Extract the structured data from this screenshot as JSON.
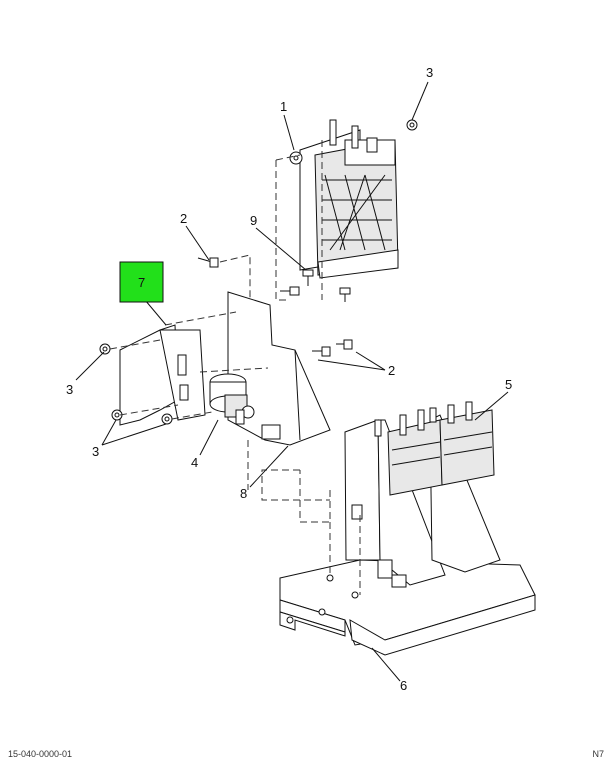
{
  "callouts": {
    "c1": "1",
    "c2a": "2",
    "c2b": "2",
    "c3a": "3",
    "c3b": "3",
    "c3c": "3",
    "c4": "4",
    "c5": "5",
    "c6": "6",
    "c7": "7",
    "c8": "8",
    "c9": "9"
  },
  "highlight_color": "#22e01a",
  "footer": {
    "left": "15-040-0000-01",
    "right": "N7"
  }
}
